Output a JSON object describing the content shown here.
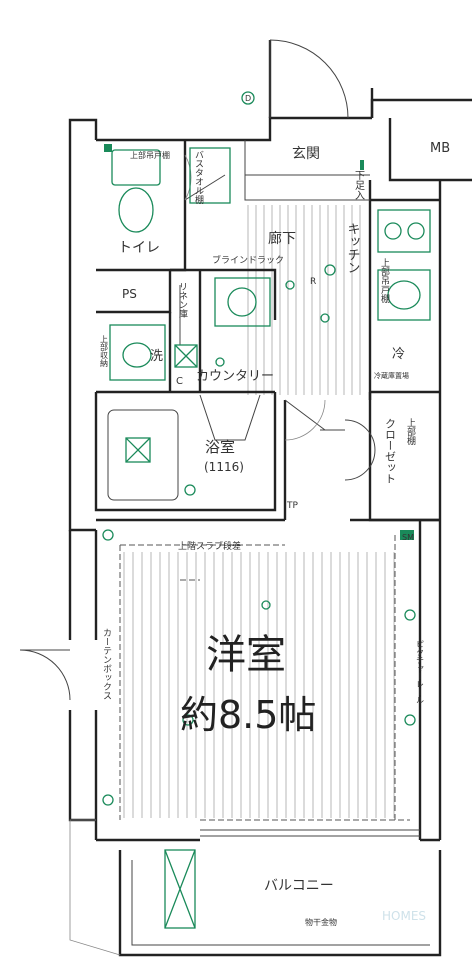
{
  "rooms": {
    "entrance": "玄関",
    "shoe_box": "下足入",
    "mb": "MB",
    "toilet": "トイレ",
    "toilet_cabinet": "上部吊戸棚",
    "shelf": "バスタオル棚",
    "hallway": "廊下",
    "kitchen": "キッチン",
    "kitchen_cabinet": "上部吊戸棚",
    "blind_rack": "ブラインドラック",
    "ps": "PS",
    "linen": "リネン庫",
    "wash": "洗",
    "wash_cabinet": "上部収納",
    "laundry": "C",
    "counter": "カウンタリー",
    "fridge": "冷",
    "fridge_note": "冷蔵庫置場",
    "bath": "浴室",
    "bath_size": "(1116)",
    "closet": "クローゼット",
    "closet_cabinet": "上部棚",
    "ceiling_slab": "上階スラブ段差",
    "curtain": "カーテンボックス",
    "picture_rail": "ピクチャーレール",
    "main_room": "洋室",
    "main_room_size": "約8.5帖",
    "balcony": "バルコニー",
    "drying": "物干金物",
    "watermark": "HOMES"
  },
  "marks": {
    "d_label": "D",
    "tp_label": "TP",
    "sm_label": "SM",
    "r_label": "R"
  },
  "colors": {
    "wall": "#222222",
    "equipment": "#1a8a5a"
  }
}
